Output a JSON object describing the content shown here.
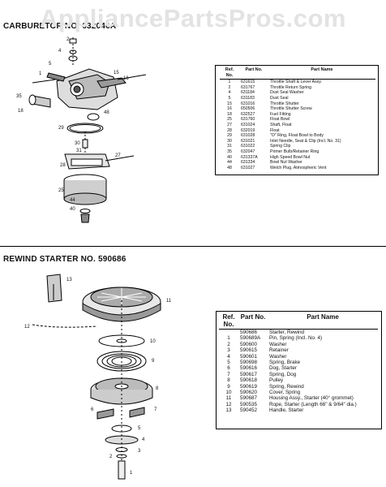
{
  "watermark": "AppliancePartsPros.com",
  "carburetor": {
    "title": "CARBURETOR NO. 632046A",
    "headers": {
      "ref": "Ref. No.",
      "part": "Part No.",
      "name": "Part Name"
    },
    "rows": [
      {
        "ref": "1",
        "part": "631615",
        "name": "Throttle Shaft & Lever Assy."
      },
      {
        "ref": "2",
        "part": "631767",
        "name": "Throttle Return Spring"
      },
      {
        "ref": "4",
        "part": "631184",
        "name": "Dust Seal Washer"
      },
      {
        "ref": "5",
        "part": "631183",
        "name": "Dust Seal"
      },
      {
        "ref": "15",
        "part": "631016",
        "name": "Throttle Shutter"
      },
      {
        "ref": "16",
        "part": "650506",
        "name": "Throttle Shutter Screw"
      },
      {
        "ref": "18",
        "part": "632527",
        "name": "Fuel Fitting"
      },
      {
        "ref": "25",
        "part": "631760",
        "name": "Float Bowl"
      },
      {
        "ref": "27",
        "part": "631024",
        "name": "Shaft, Float"
      },
      {
        "ref": "28",
        "part": "632019",
        "name": "Float"
      },
      {
        "ref": "29",
        "part": "631028",
        "name": "\"O\" Ring, Float Bowl to Body"
      },
      {
        "ref": "30",
        "part": "631021",
        "name": "Inlet Needle, Seat & Clip (Incl. No. 31)"
      },
      {
        "ref": "31",
        "part": "631022",
        "name": "Spring Clip"
      },
      {
        "ref": "35",
        "part": "632047",
        "name": "Primer Bulb/Retainer Ring"
      },
      {
        "ref": "40",
        "part": "631337A",
        "name": "High Speed Bowl Nut"
      },
      {
        "ref": "44",
        "part": "631334",
        "name": "Bowl Nut Washer"
      },
      {
        "ref": "48",
        "part": "631027",
        "name": "Welch Plug, Atmospheric Vent"
      }
    ],
    "callouts": [
      "2",
      "4",
      "5",
      "1",
      "16",
      "15",
      "35",
      "18",
      "48",
      "29",
      "30",
      "31",
      "27",
      "28",
      "25",
      "44",
      "40"
    ]
  },
  "rewind": {
    "title": "REWIND STARTER NO. 590686",
    "headers": {
      "ref": "Ref. No.",
      "part": "Part No.",
      "name": "Part Name"
    },
    "rows": [
      {
        "ref": "",
        "part": "590686",
        "name": "Starter, Rewind"
      },
      {
        "ref": "1",
        "part": "590689A",
        "name": "Pin, Spring (Incl. No. 4)"
      },
      {
        "ref": "2",
        "part": "590600",
        "name": "Washer"
      },
      {
        "ref": "3",
        "part": "590615",
        "name": "Retainer"
      },
      {
        "ref": "4",
        "part": "590601",
        "name": "Washer"
      },
      {
        "ref": "5",
        "part": "590698",
        "name": "Spring, Brake"
      },
      {
        "ref": "6",
        "part": "590616",
        "name": "Dog, Starter"
      },
      {
        "ref": "7",
        "part": "590617",
        "name": "Spring, Dog"
      },
      {
        "ref": "8",
        "part": "590618",
        "name": "Pulley"
      },
      {
        "ref": "9",
        "part": "590619",
        "name": "Spring, Rewind"
      },
      {
        "ref": "10",
        "part": "590620",
        "name": "Cover, Spring"
      },
      {
        "ref": "11",
        "part": "590687",
        "name": "Housing Assy., Starter (40° grommet)"
      },
      {
        "ref": "12",
        "part": "590535",
        "name": "Rope, Starter (Length 66\" & 9/64\" dia.)"
      },
      {
        "ref": "13",
        "part": "590452",
        "name": "Handle, Starter"
      }
    ],
    "callouts": [
      "13",
      "11",
      "12",
      "10",
      "9",
      "8",
      "7",
      "6",
      "5",
      "4",
      "3",
      "2",
      "1"
    ]
  }
}
